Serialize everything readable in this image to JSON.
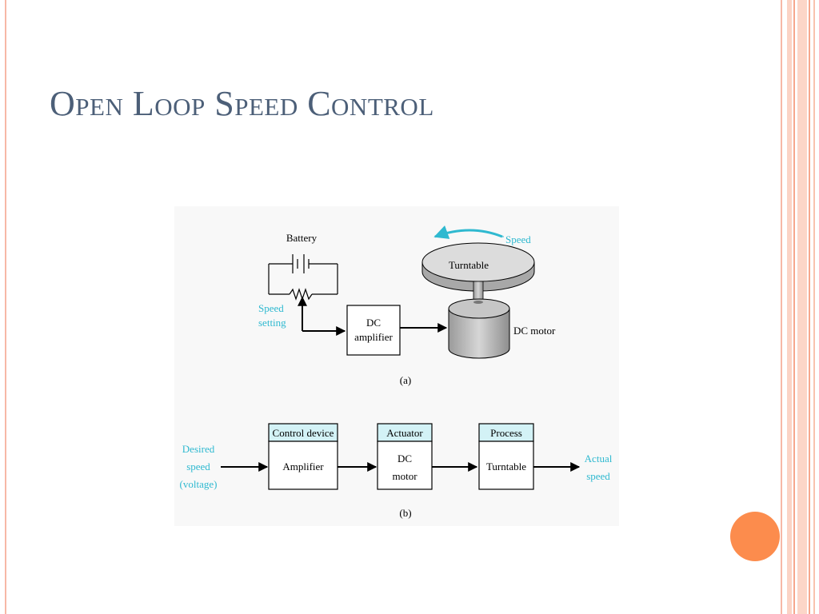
{
  "slide": {
    "title": "Open Loop Speed Control",
    "accent_color": "#fc8c4d",
    "border_color": "#f7b8a6"
  },
  "figure_a": {
    "battery_label": "Battery",
    "speed_setting_label_1": "Speed",
    "speed_setting_label_2": "setting",
    "amp_label_1": "DC",
    "amp_label_2": "amplifier",
    "turntable_label": "Turntable",
    "speed_label": "Speed",
    "motor_label": "DC motor",
    "caption": "(a)"
  },
  "figure_b": {
    "input_1": "Desired",
    "input_2": "speed",
    "input_3": "(voltage)",
    "blocks": [
      {
        "header": "Control device",
        "body_1": "Amplifier",
        "body_2": ""
      },
      {
        "header": "Actuator",
        "body_1": "DC",
        "body_2": "motor"
      },
      {
        "header": "Process",
        "body_1": "Turntable",
        "body_2": ""
      }
    ],
    "output_1": "Actual",
    "output_2": "speed",
    "caption": "(b)"
  },
  "colors": {
    "cyan_text": "#2fb9d0",
    "header_fill": "#d3f2f6",
    "title_color": "#4c5f78"
  }
}
